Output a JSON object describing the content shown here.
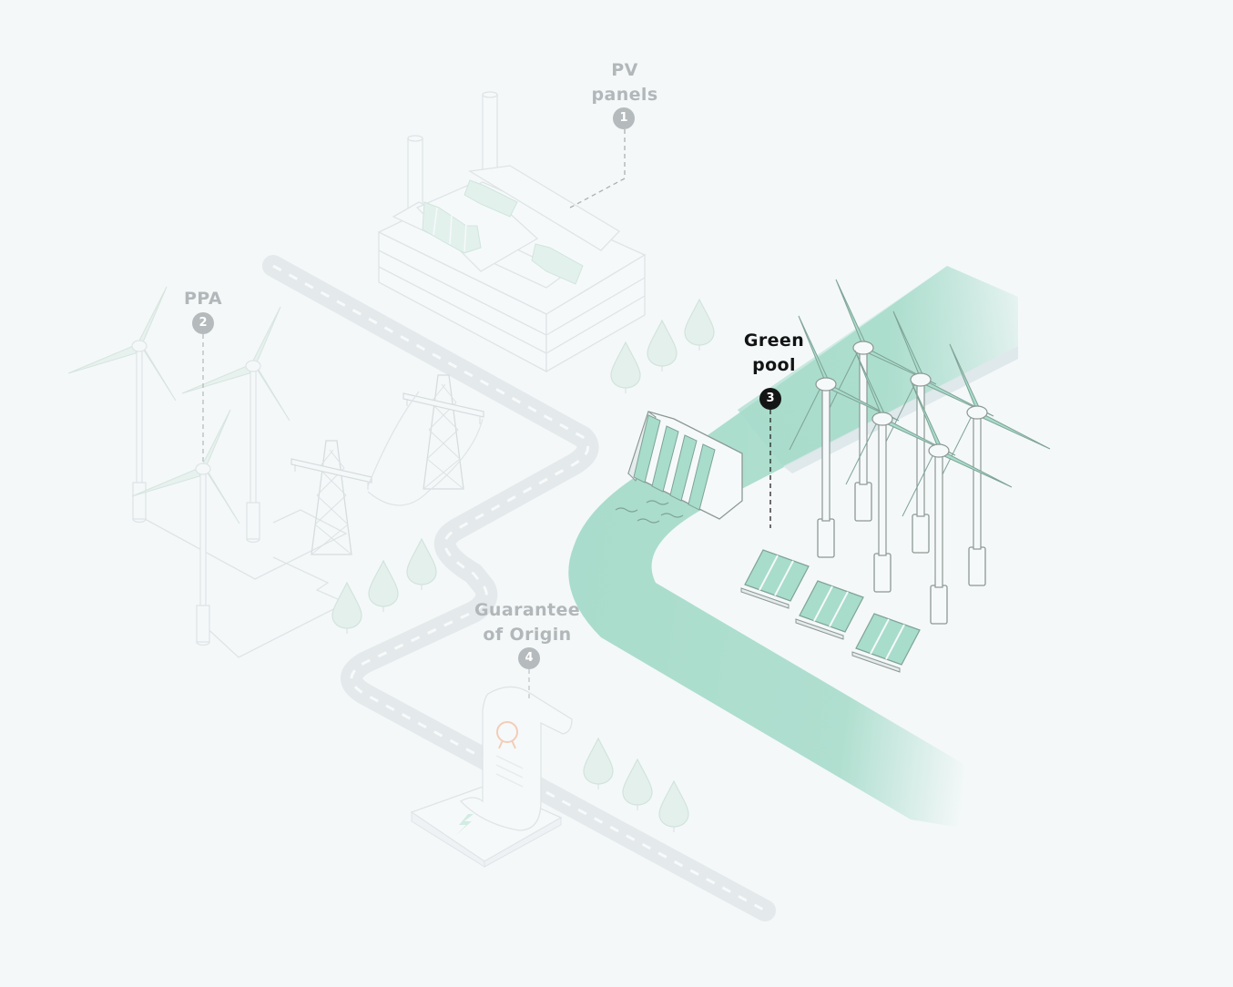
{
  "colors": {
    "background": "#f4f8f9",
    "accent_green": "#a8dccb",
    "active_text": "#121414",
    "dim_text": "#b2b7b9",
    "line": "#d7dcde",
    "dark_line": "#95a09c"
  },
  "steps": [
    {
      "number": "1",
      "label_lines": [
        "PV",
        "panels"
      ],
      "active": false
    },
    {
      "number": "2",
      "label_lines": [
        "PPA"
      ],
      "active": false
    },
    {
      "number": "3",
      "label_lines": [
        "Green",
        "pool"
      ],
      "active": true
    },
    {
      "number": "4",
      "label_lines": [
        "Guarantee",
        "of Origin"
      ],
      "active": false
    }
  ],
  "icons": {
    "factory": "factory-icon",
    "pv_panels": "solar-panel-icon",
    "wind_turbine": "wind-turbine-icon",
    "pylon": "power-pylon-icon",
    "hydro": "hydro-dam-icon",
    "tree": "tree-icon",
    "certificate": "certificate-scroll-icon",
    "seal": "award-seal-icon",
    "lightning": "lightning-bolt-icon"
  }
}
